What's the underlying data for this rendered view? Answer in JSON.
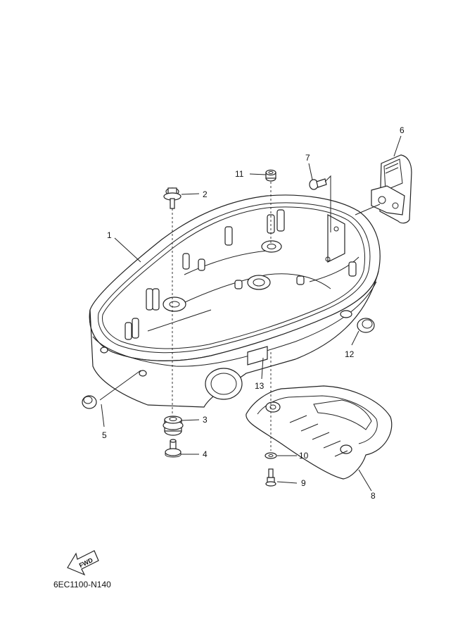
{
  "parts": [
    {
      "number": "1",
      "name": "bottom-cowling"
    },
    {
      "number": "2",
      "name": "bolt"
    },
    {
      "number": "3",
      "name": "grommet"
    },
    {
      "number": "4",
      "name": "collar"
    },
    {
      "number": "5",
      "name": "plug"
    },
    {
      "number": "6",
      "name": "lever-bracket"
    },
    {
      "number": "7",
      "name": "screw"
    },
    {
      "number": "8",
      "name": "handle"
    },
    {
      "number": "9",
      "name": "bolt"
    },
    {
      "number": "10",
      "name": "washer"
    },
    {
      "number": "11",
      "name": "nut"
    },
    {
      "number": "12",
      "name": "plug"
    },
    {
      "number": "13",
      "name": "seal"
    }
  ],
  "fwd_label": "FWD",
  "diagram_code": "6EC1100-N140"
}
